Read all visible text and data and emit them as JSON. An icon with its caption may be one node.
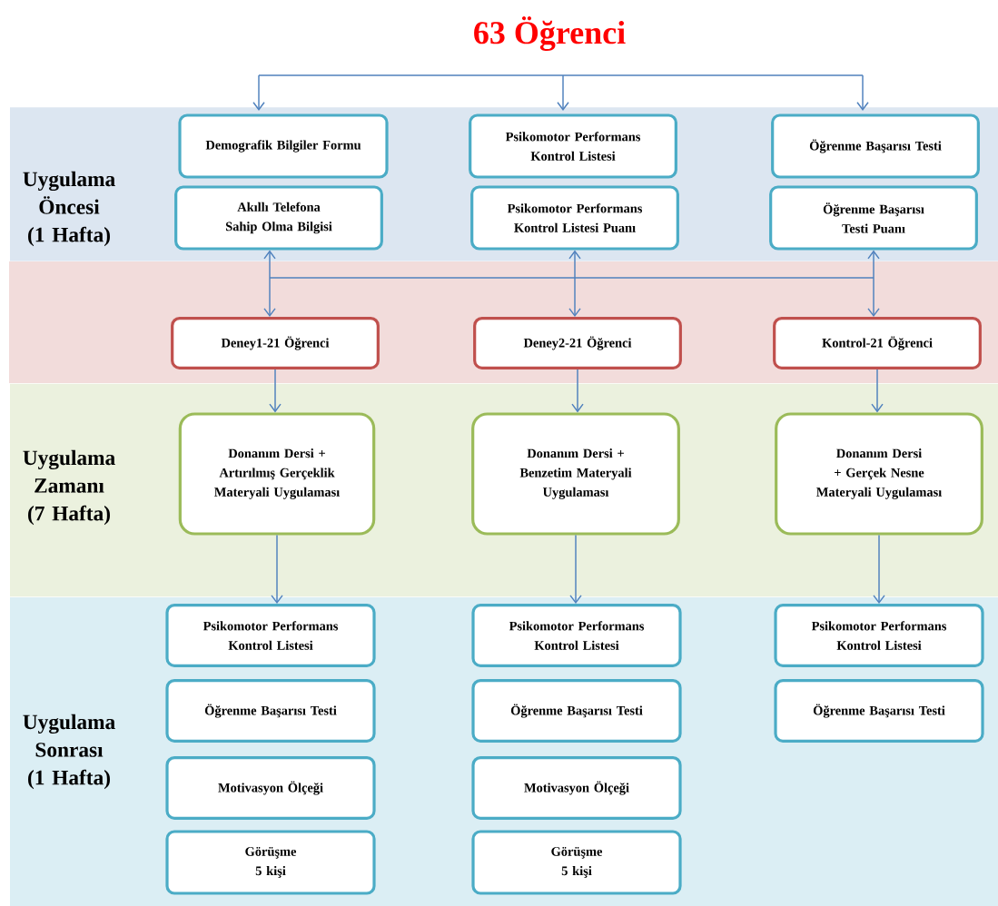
{
  "diagram": {
    "nodes": [
      {
        "text": [
          "63 Öğrenci"
        ]
      },
      {
        "text": [
          "Uygulama Öncesi (1 Hafta)"
        ]
      },
      {
        "text": [
          "Demografik Bilgiler Formu"
        ],
        "in": 1
      },
      {
        "text": [
          "Psikomotor Performans Kontrol Listesi"
        ],
        "in": 1
      },
      {
        "text": [
          "Öğrenme Başarısı Testi"
        ],
        "in": 1
      },
      {
        "text": [
          "Akıllı Telefona Sahip Olma Bilgisi"
        ],
        "in": 1
      },
      {
        "text": [
          "Psikomotor Performans Kontrol Listesi Puanı"
        ],
        "in": 1
      },
      {
        "text": [
          "Öğrenme Başarısı Testi Puanı"
        ],
        "in": 1
      },
      {
        "text": [
          "Deney1-21 Öğrenci"
        ]
      },
      {
        "text": [
          "Deney2-21 Öğrenci"
        ]
      },
      {
        "text": [
          "Kontrol-21 Öğrenci"
        ]
      },
      {
        "text": [
          "Uygulama Zamanı (7 Hafta)"
        ]
      },
      {
        "text": [
          "Donanım Dersi + Artırılmış Gerçeklik Materyali Uygulaması"
        ],
        "in": 11
      },
      {
        "text": [
          "Donanım Dersi + Benzetim Materyali Uygulaması"
        ],
        "in": 11
      },
      {
        "text": [
          "Donanım Dersi + Gerçek Nesne Materyali Uygulaması"
        ],
        "in": 11
      },
      {
        "text": [
          "Uygulama Sonrası (1 Hafta)"
        ]
      },
      {
        "text": [
          "Psikomotor Performans Kontrol Listesi"
        ],
        "in": 15
      },
      {
        "text": [
          "Psikomotor Performans Kontrol Listesi"
        ],
        "in": 15
      },
      {
        "text": [
          "Psikomotor Performans Kontrol Listesi"
        ],
        "in": 15
      },
      {
        "text": [
          "Öğrenme Başarısı Testi"
        ],
        "in": 15
      },
      {
        "text": [
          "Öğrenme Başarısı Testi"
        ],
        "in": 15
      },
      {
        "text": [
          "Öğrenme Başarısı Testi"
        ],
        "in": 15
      },
      {
        "text": [
          "Motivasyon Ölçeği"
        ],
        "in": 15
      },
      {
        "text": [
          "Motivasyon Ölçeği"
        ],
        "in": 15
      },
      {
        "text": [
          "Görüşme 5 kişi"
        ],
        "in": 15
      },
      {
        "text": [
          "Görüşme 5 kişi"
        ],
        "in": 15
      }
    ],
    "edges": [
      {
        "from": null,
        "to": 2,
        "arrow": "to"
      },
      {
        "from": null,
        "to": 3,
        "arrow": "to"
      },
      {
        "from": null,
        "to": 4,
        "arrow": "to"
      },
      {
        "from": 5,
        "to": 8,
        "arrow": "both"
      },
      {
        "from": 6,
        "to": 9,
        "arrow": "both"
      },
      {
        "from": 7,
        "to": 10,
        "arrow": "both"
      },
      {
        "from": 8,
        "to": 12,
        "arrow": "to"
      },
      {
        "from": 9,
        "to": 13,
        "arrow": "to"
      },
      {
        "from": 10,
        "to": 14,
        "arrow": "to"
      },
      {
        "from": 12,
        "to": 16,
        "arrow": "to"
      },
      {
        "from": 13,
        "to": 17,
        "arrow": "to"
      },
      {
        "from": 14,
        "to": 18,
        "arrow": "to"
      }
    ]
  }
}
